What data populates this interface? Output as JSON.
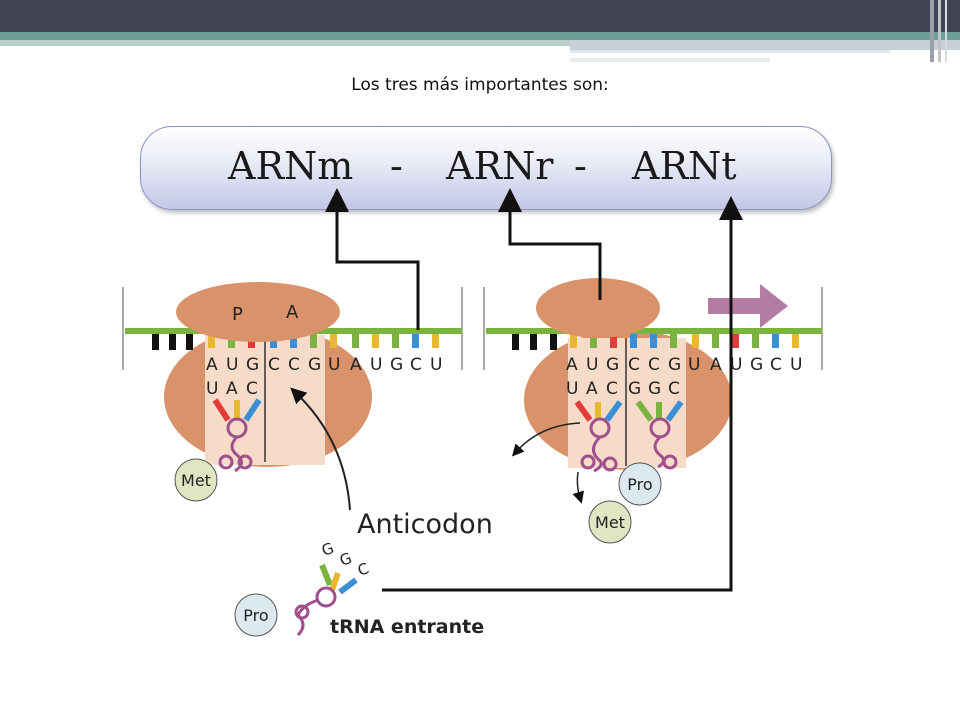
{
  "slide": {
    "subtitle": "Los tres más importantes son:",
    "title": {
      "mrna": "ARNm",
      "sep1": "-",
      "rrna": "ARNr",
      "sep2": "-",
      "trna": "ARNt"
    }
  },
  "diagram": {
    "site_p": "P",
    "site_a": "A",
    "codons_left": [
      "A",
      "U",
      "G",
      "C",
      "C",
      "G",
      "U",
      "A",
      "U",
      "G",
      "C",
      "U"
    ],
    "anticodon_left": [
      "U",
      "A",
      "C"
    ],
    "codons_right": [
      "A",
      "U",
      "G",
      "C",
      "C",
      "G",
      "U",
      "A",
      "U",
      "G",
      "C",
      "U"
    ],
    "anticodon_right": [
      "U",
      "A",
      "C",
      "G",
      "G",
      "C"
    ],
    "incoming_anticodon": [
      "G",
      "G",
      "C"
    ],
    "label_anticodon": "Anticodon",
    "label_incoming": "tRNA entrante",
    "amino_met": "Met",
    "amino_pro": "Pro"
  },
  "colors": {
    "ribosome": "#d9926a",
    "ribosome_dark": "#b8643c",
    "mrna_strand": "#7ab33f",
    "title_box": "#c3c7e6",
    "header_dark": "#434356",
    "header_teal": "#6e9e9a",
    "arrow_move": "#a66592",
    "trna": "#a0508c"
  }
}
